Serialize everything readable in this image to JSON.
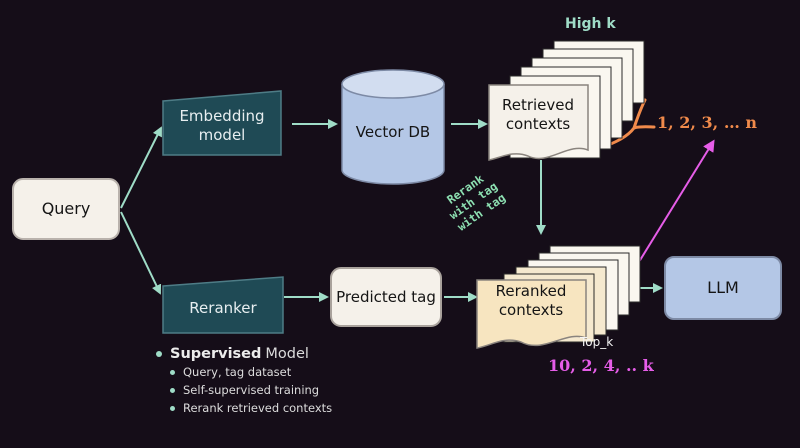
{
  "nodes": {
    "query": "Query",
    "embedding_model": "Embedding model",
    "vector_db": "Vector DB",
    "retrieved_contexts": "Retrieved contexts",
    "reranker": "Reranker",
    "predicted_tag": "Predicted tag",
    "reranked_contexts": "Reranked contexts",
    "llm": "LLM"
  },
  "annotations": {
    "high_k": "High k",
    "retrieved_sequence": "1, 2, 3, … n",
    "top_k": "Top_k",
    "reranked_sequence": "10, 2, 4, .. k",
    "rerank_note": [
      "Rerank",
      "with tag",
      "with tag"
    ]
  },
  "bullets": {
    "title_bold": "Supervised",
    "title_rest": "Model",
    "items": [
      "Query, tag dataset",
      "Self-supervised training",
      "Rerank retrieved contexts"
    ]
  },
  "colors": {
    "background": "#150d18",
    "arrow": "#9fdcc7",
    "model_box": "#1f4a55",
    "database": "#b4c7e6",
    "retrieved_accent": "#f08a4b",
    "topk_accent": "#e65de8",
    "reranked_doc": "#f7e5c0",
    "paper": "#f5f1ea"
  }
}
